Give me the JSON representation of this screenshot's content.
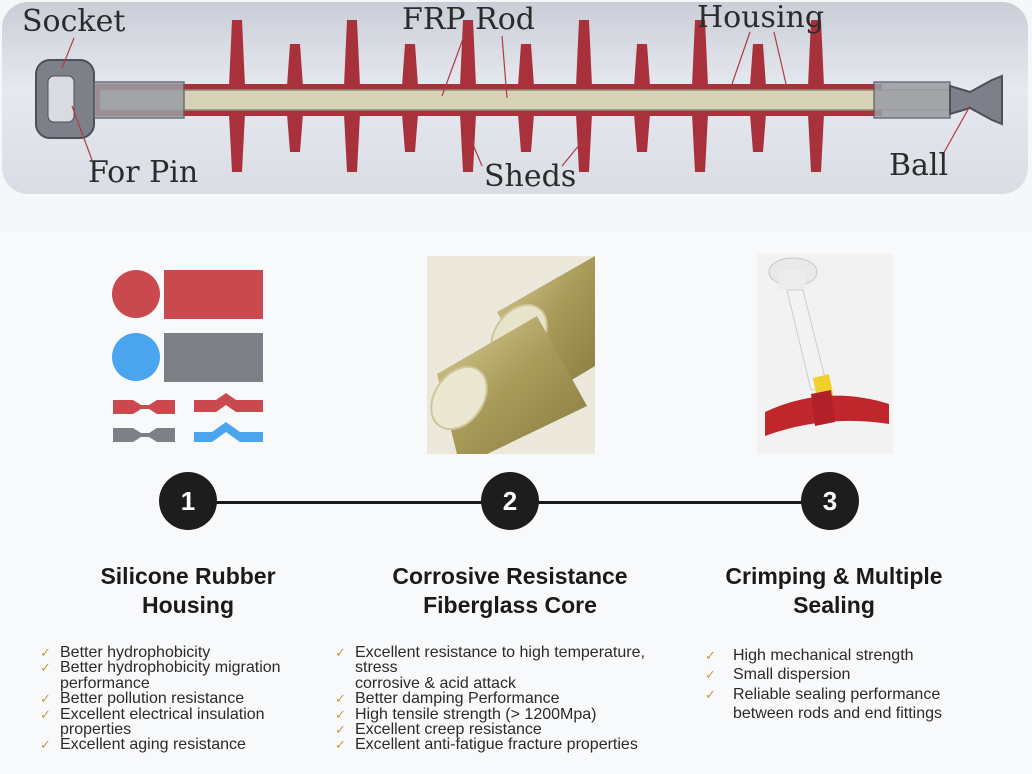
{
  "diagram": {
    "labels": {
      "socket": "Socket",
      "frp_rod": "FRP Rod",
      "housing": "Housing",
      "for_pin": "For Pin",
      "sheds": "Sheds",
      "ball": "Ball"
    },
    "colors": {
      "shed": "#a8313c",
      "rod": "#d6d3b6",
      "metal": "#7d8088"
    }
  },
  "steps": [
    {
      "number": "1",
      "title_line1": "Silicone Rubber",
      "title_line2": "Housing",
      "bullets": [
        "Better hydrophobicity",
        "Better hydrophobicity migration\nperformance",
        "Better pollution resistance",
        "Excellent electrical insulation\nproperties",
        "Excellent aging resistance"
      ]
    },
    {
      "number": "2",
      "title_line1": "Corrosive Resistance",
      "title_line2": "Fiberglass Core",
      "bullets": [
        "Excellent resistance to high temperature,\nstress\ncorrosive & acid attack",
        "Better damping Performance",
        "High tensile strength (> 1200Mpa)",
        "Excellent creep resistance",
        "Excellent anti-fatigue fracture properties"
      ]
    },
    {
      "number": "3",
      "title_line1": "Crimping & Multiple",
      "title_line2": "Sealing",
      "bullets": [
        "High mechanical strength",
        "Small dispersion",
        "Reliable sealing performance\nbetween rods and end fittings"
      ]
    }
  ],
  "check_icon": "check-icon",
  "colors": {
    "red": "#c9494f",
    "blue": "#4aa4ee",
    "gray": "#7e8088",
    "fiber": "#b5a76a"
  }
}
